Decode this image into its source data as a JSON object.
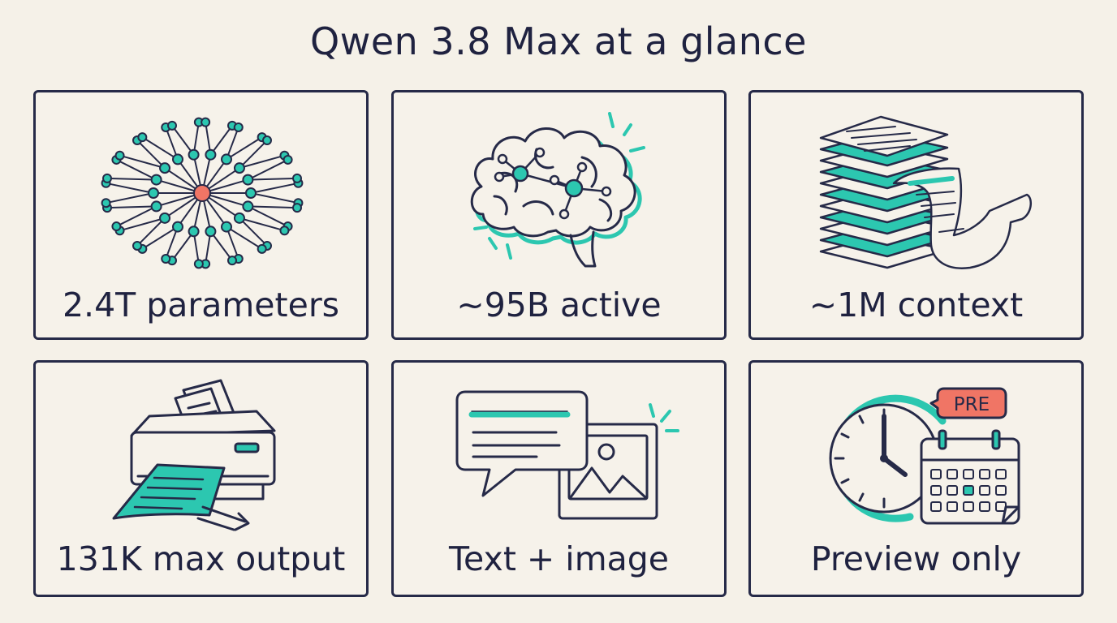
{
  "title": "Qwen 3.8 Max at a glance",
  "colors": {
    "ink": "#262a48",
    "teal": "#2cc7b0",
    "coral": "#f07565",
    "background": "#f5f1e8"
  },
  "cards": [
    {
      "label": "2.4T parameters",
      "icon": "network-graph-icon"
    },
    {
      "label": "~95B active",
      "icon": "brain-icon"
    },
    {
      "label": "~1M context",
      "icon": "document-stack-icon"
    },
    {
      "label": "131K max output",
      "icon": "printer-icon"
    },
    {
      "label": "Text + image",
      "icon": "chat-image-icon"
    },
    {
      "label": "Preview only",
      "icon": "clock-calendar-icon",
      "badge": "PRE"
    }
  ]
}
